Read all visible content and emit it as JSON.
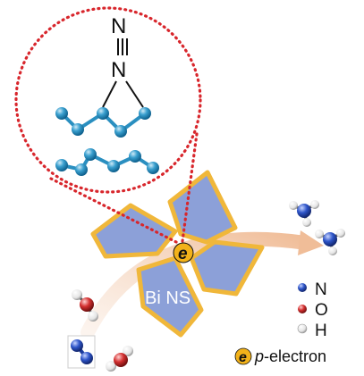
{
  "diagram": {
    "n2_label_top": "N",
    "n2_label_bottom": "N",
    "electron_symbol": "e",
    "catalyst_label": "Bi NS",
    "legend": {
      "items": [
        {
          "label": "N",
          "color": "#2e55c9"
        },
        {
          "label": "O",
          "color": "#d32f2f"
        },
        {
          "label": "H",
          "color": "#ffffff"
        }
      ],
      "electron_symbol": "e",
      "electron_label_italic": "p",
      "electron_label_rest": "-electron"
    },
    "colors": {
      "sheet_fill": "#8ca0d8",
      "sheet_border": "#f0b73a",
      "zoom_circle": "#d8262c",
      "bi_atom": "#2a8fc0",
      "arrow": "#f3c9a8",
      "electron_badge": "#f2b21a"
    }
  }
}
